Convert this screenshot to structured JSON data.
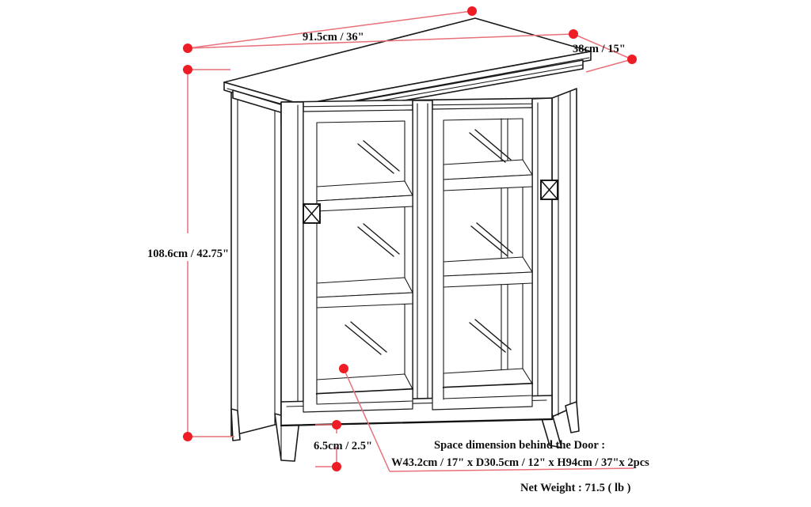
{
  "diagram": {
    "title": "Glass Door Storage Cabinet Dimension Drawing",
    "product": "two-door glass cabinet",
    "line_color": "#1a1a1a",
    "dimension_line_color": "#e8707a",
    "dimension_marker_color": "#ee1c24",
    "background_color": "#ffffff"
  },
  "dimensions": {
    "width": {
      "label": "91.5cm / 36\"",
      "metric": "91.5cm",
      "imperial": "36\"",
      "axis": "width"
    },
    "depth": {
      "label": "38cm / 15\"",
      "metric": "38cm",
      "imperial": "15\"",
      "axis": "depth"
    },
    "height": {
      "label": "108.6cm / 42.75\"",
      "metric": "108.6cm",
      "imperial": "42.75\"",
      "axis": "height"
    },
    "leg_clearance": {
      "label": "6.5cm / 2.5\"",
      "metric": "6.5cm",
      "imperial": "2.5\"",
      "axis": "leg-clearance"
    }
  },
  "notes": {
    "interior_space_title": "Space dimension behind the Door :",
    "interior_space_value": "W43.2cm / 17\" x D30.5cm / 12\" x H94cm / 37\"x 2pcs",
    "net_weight": "Net Weight : 71.5 ( lb )"
  },
  "parts": {
    "door_left": "left glass door",
    "door_right": "right glass door",
    "knob_left": "left door knob",
    "knob_right": "right door knob",
    "shelf_count": 2,
    "door_count": 2,
    "leg_count": 4
  }
}
